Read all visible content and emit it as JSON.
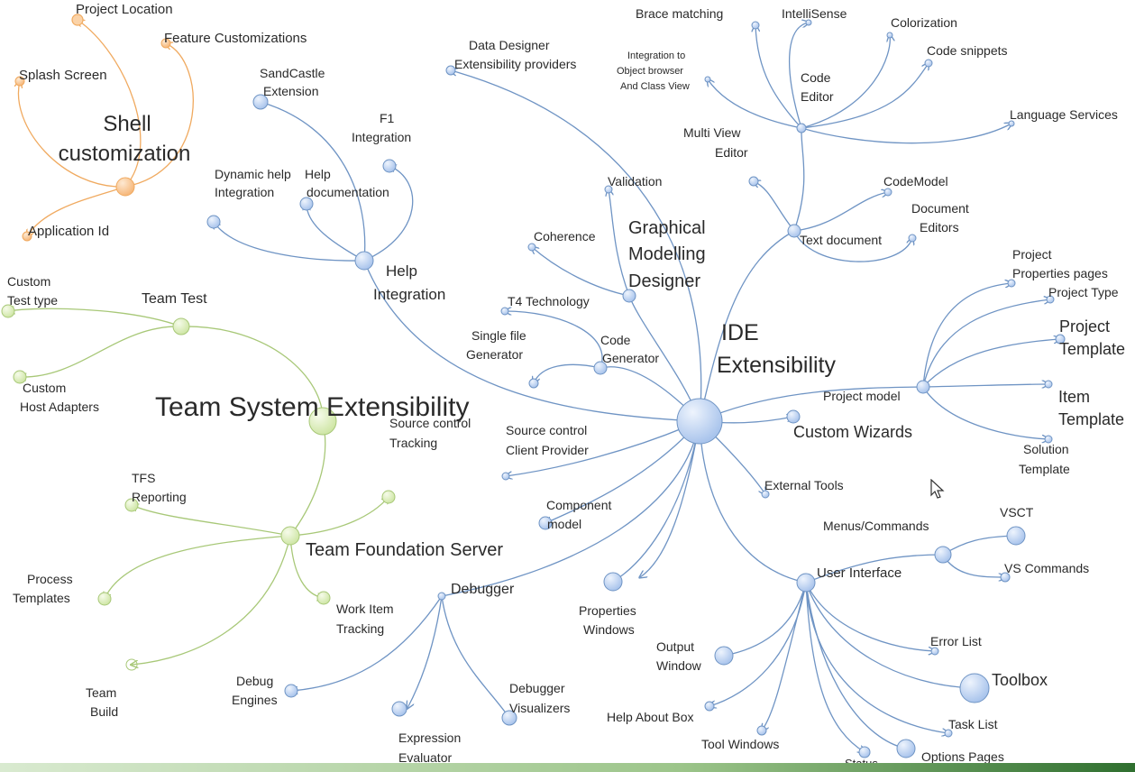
{
  "labels": {
    "project_location": "Project Location",
    "feature_customizations": "Feature Customizations",
    "splash_screen": "Splash Screen",
    "shell_customization_1": "Shell",
    "shell_customization_2": "customization",
    "application_id": "Application Id",
    "sandcastle_1": "SandCastle",
    "sandcastle_2": "Extension",
    "f1_1": "F1",
    "f1_2": "Integration",
    "dynamic_help_1": "Dynamic help",
    "dynamic_help_2": "Integration",
    "help_doc_1": "Help",
    "help_doc_2": "documentation",
    "help_integration_1": "Help",
    "help_integration_2": "Integration",
    "data_designer_1": "Data Designer",
    "data_designer_2": "Extensibility providers",
    "brace_matching": "Brace matching",
    "intellisense": "IntelliSense",
    "colorization": "Colorization",
    "integration_ob_1": "Integration to",
    "integration_ob_2": "Object browser",
    "integration_ob_3": "And Class View",
    "code_editor_1": "Code",
    "code_editor_2": "Editor",
    "code_snippets": "Code snippets",
    "language_services": "Language Services",
    "multi_view_1": "Multi View",
    "multi_view_2": "Editor",
    "codemodel": "CodeModel",
    "document_editors_1": "Document",
    "document_editors_2": "Editors",
    "text_document": "Text document",
    "validation": "Validation",
    "gmd_1": "Graphical",
    "gmd_2": "Modelling",
    "gmd_3": "Designer",
    "coherence": "Coherence",
    "t4": "T4 Technology",
    "single_file_1": "Single file",
    "single_file_2": "Generator",
    "code_gen_1": "Code",
    "code_gen_2": "Generator",
    "ide_1": "IDE",
    "ide_2": "Extensibility",
    "custom_test_1": "Custom",
    "custom_test_2": "Test type",
    "team_test": "Team Test",
    "custom_host_1": "Custom",
    "custom_host_2": "Host Adapters",
    "team_system": "Team System Extensibility",
    "sc_client_1": "Source control",
    "sc_client_2": "Client Provider",
    "sc_tracking_1": "Source control",
    "sc_tracking_2": "Tracking",
    "project_props_1": "Project",
    "project_props_2": "Properties pages",
    "project_type": "Project Type",
    "project_template_1": "Project",
    "project_template_2": "Template",
    "project_model": "Project model",
    "item_template_1": "Item",
    "item_template_2": "Template",
    "custom_wizards": "Custom Wizards",
    "solution_template_1": "Solution",
    "solution_template_2": "Template",
    "external_tools": "External Tools",
    "tfs_reporting_1": "TFS",
    "tfs_reporting_2": "Reporting",
    "component_model_1": "Component",
    "component_model_2": "model",
    "team_foundation": "Team Foundation Server",
    "menus_commands": "Menus/Commands",
    "vsct": "VSCT",
    "process_templates_1": "Process",
    "process_templates_2": "Templates",
    "work_item_1": "Work Item",
    "work_item_2": "Tracking",
    "debugger": "Debugger",
    "user_interface": "User Interface",
    "vs_commands": "VS Commands",
    "properties_windows_1": "Properties",
    "properties_windows_2": "Windows",
    "output_window_1": "Output",
    "output_window_2": "Window",
    "error_list": "Error List",
    "team_build_1": "Team",
    "team_build_2": "Build",
    "debug_engines_1": "Debug",
    "debug_engines_2": "Engines",
    "debugger_vis_1": "Debugger",
    "debugger_vis_2": "Visualizers",
    "toolbox": "Toolbox",
    "help_about": "Help About Box",
    "task_list": "Task List",
    "expression_eval_1": "Expression",
    "expression_eval_2": "Evaluator",
    "tool_windows": "Tool Windows",
    "options_pages": "Options Pages",
    "status": "Status"
  },
  "colors": {
    "ide_branch": "#6f94c4",
    "team_system_branch": "#a8c878",
    "shell_branch": "#f0aa60",
    "bottom_bar": "#3a7a3a"
  }
}
